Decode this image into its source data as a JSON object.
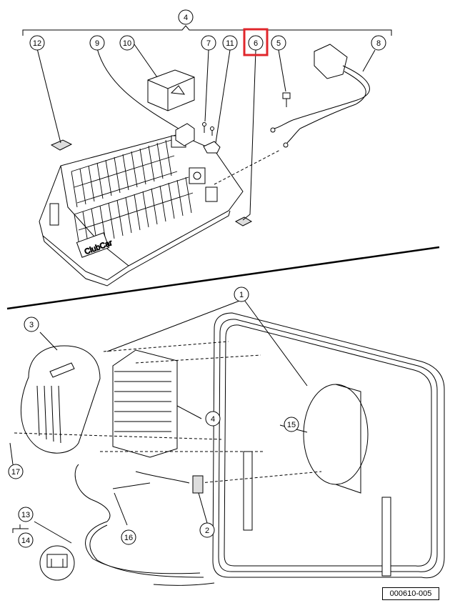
{
  "figure_id": "000610-005",
  "highlight": {
    "callout": "6",
    "color": "#e0262b"
  },
  "callouts": [
    {
      "id": "c4_top",
      "label": "4"
    },
    {
      "id": "c12",
      "label": "12"
    },
    {
      "id": "c9",
      "label": "9"
    },
    {
      "id": "c10",
      "label": "10"
    },
    {
      "id": "c7",
      "label": "7"
    },
    {
      "id": "c11",
      "label": "11"
    },
    {
      "id": "c6",
      "label": "6"
    },
    {
      "id": "c5",
      "label": "5"
    },
    {
      "id": "c8",
      "label": "8"
    },
    {
      "id": "c1",
      "label": "1"
    },
    {
      "id": "c3",
      "label": "3"
    },
    {
      "id": "c4_bottom",
      "label": "4"
    },
    {
      "id": "c15",
      "label": "15"
    },
    {
      "id": "c17",
      "label": "17"
    },
    {
      "id": "c13",
      "label": "13"
    },
    {
      "id": "c14",
      "label": "14"
    },
    {
      "id": "c16",
      "label": "16"
    },
    {
      "id": "c2",
      "label": "2"
    }
  ],
  "logo_text": "ClubCar"
}
